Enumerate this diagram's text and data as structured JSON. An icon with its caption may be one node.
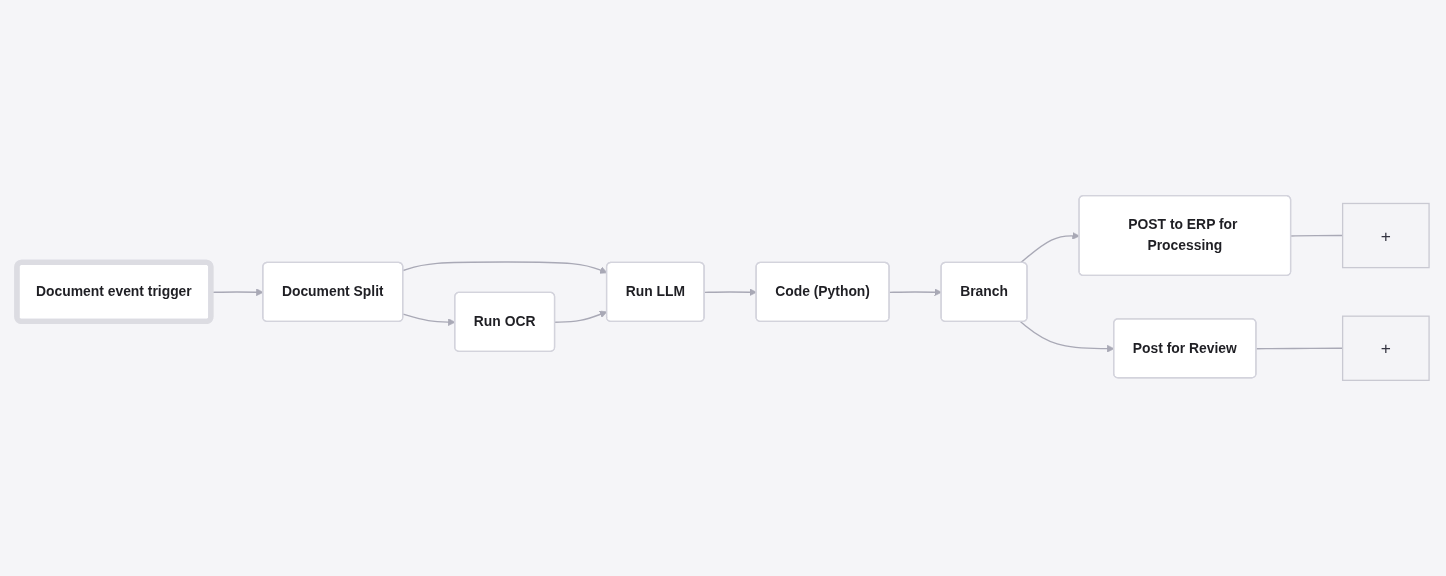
{
  "diagram": {
    "nodes": [
      {
        "text": [
          "Document event trigger"
        ]
      },
      {
        "text": [
          "Document Split"
        ]
      },
      {
        "text": [
          "Run LLM"
        ]
      },
      {
        "text": [
          "Run OCR"
        ]
      },
      {
        "text": [
          "Code (Python)"
        ]
      },
      {
        "text": [
          "Branch"
        ]
      },
      {
        "text": [
          "POST to ERP for Processing"
        ]
      },
      {
        "text": [
          "Post for Review"
        ]
      },
      {
        "text": [
          "+"
        ]
      },
      {
        "text": [
          "+"
        ]
      }
    ],
    "edges": [
      {
        "from": 0,
        "to": 1,
        "arrow": "to"
      },
      {
        "from": 1,
        "to": 2,
        "arrow": "to"
      },
      {
        "from": 1,
        "to": 3,
        "arrow": "to"
      },
      {
        "from": 3,
        "to": 2,
        "arrow": "to"
      },
      {
        "from": 2,
        "to": 4,
        "arrow": "to"
      },
      {
        "from": 4,
        "to": 5,
        "arrow": "to"
      },
      {
        "from": 5,
        "to": 6,
        "arrow": "to"
      },
      {
        "from": 5,
        "to": 7,
        "arrow": "to"
      },
      {
        "from": 6,
        "to": 8,
        "arrow": "none"
      },
      {
        "from": 7,
        "to": 9,
        "arrow": "none"
      }
    ]
  }
}
